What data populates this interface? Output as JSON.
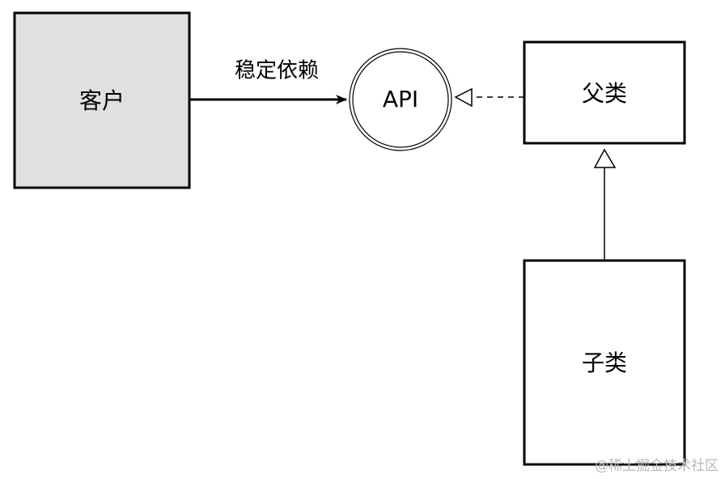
{
  "diagram": {
    "nodes": {
      "client": {
        "label": "客户",
        "fill": "#e0e0e0"
      },
      "api": {
        "label": "API"
      },
      "parent": {
        "label": "父类"
      },
      "child": {
        "label": "子类"
      }
    },
    "edges": {
      "client_to_api": {
        "label": "稳定依赖",
        "style": "solid-arrow"
      },
      "parent_to_api": {
        "label": "",
        "style": "dashed-hollow-triangle"
      },
      "child_to_parent": {
        "label": "",
        "style": "solid-hollow-triangle"
      }
    }
  },
  "watermark": "@稀土掘金技术社区"
}
